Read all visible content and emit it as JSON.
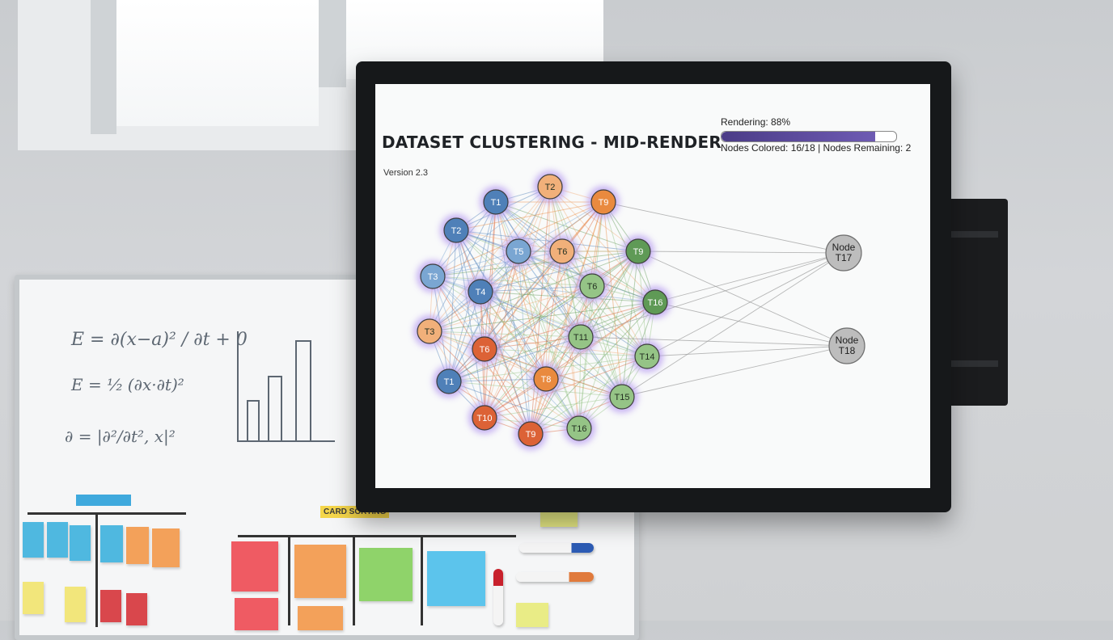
{
  "screen": {
    "title": "DATASET CLUSTERING - MID-RENDER",
    "version": "Version 2.3",
    "progress": {
      "label": "Rendering: 88%",
      "value": 0.88,
      "stats": "Nodes Colored: 16/18 | Nodes Remaining: 2"
    }
  },
  "colors": {
    "blue": "#4f80b8",
    "light_blue": "#7aa6d2",
    "orange": "#e98a3f",
    "light_orange": "#f1b07a",
    "red_orange": "#dc6236",
    "green": "#5f9a56",
    "light_green": "#95c486",
    "gray": "#bdbdbd",
    "glow": "#b79cf0",
    "accent": "#5b4a9e"
  },
  "graph": {
    "nodes": [
      {
        "id": "T1a",
        "label": "T1",
        "color": "blue"
      },
      {
        "id": "T2a",
        "label": "T2",
        "color": "light_orange"
      },
      {
        "id": "T9a",
        "label": "T9",
        "color": "orange"
      },
      {
        "id": "T2b",
        "label": "T2",
        "color": "blue"
      },
      {
        "id": "T5",
        "label": "T5",
        "color": "light_blue"
      },
      {
        "id": "T6a",
        "label": "T6",
        "color": "light_orange"
      },
      {
        "id": "T9b",
        "label": "T9",
        "color": "green"
      },
      {
        "id": "T3a",
        "label": "T3",
        "color": "light_blue"
      },
      {
        "id": "T4",
        "label": "T4",
        "color": "blue"
      },
      {
        "id": "T6b",
        "label": "T6",
        "color": "light_green"
      },
      {
        "id": "T16a",
        "label": "T16",
        "color": "green"
      },
      {
        "id": "T3b",
        "label": "T3",
        "color": "light_orange"
      },
      {
        "id": "T6c",
        "label": "T6",
        "color": "red_orange"
      },
      {
        "id": "T11",
        "label": "T11",
        "color": "light_green"
      },
      {
        "id": "T14",
        "label": "T14",
        "color": "light_green"
      },
      {
        "id": "T1b",
        "label": "T1",
        "color": "blue"
      },
      {
        "id": "T8",
        "label": "T8",
        "color": "orange"
      },
      {
        "id": "T15",
        "label": "T15",
        "color": "light_green"
      },
      {
        "id": "T10",
        "label": "T10",
        "color": "red_orange"
      },
      {
        "id": "T9c",
        "label": "T9",
        "color": "red_orange"
      },
      {
        "id": "T16b",
        "label": "T16",
        "color": "light_green"
      },
      {
        "id": "N17",
        "label": "Node T17",
        "color": "gray"
      },
      {
        "id": "N18",
        "label": "Node T18",
        "color": "gray"
      }
    ],
    "pending_links": [
      [
        "T9a",
        "N17"
      ],
      [
        "T9b",
        "N17"
      ],
      [
        "T16a",
        "N17"
      ],
      [
        "T11",
        "N17"
      ],
      [
        "T14",
        "N17"
      ],
      [
        "T15",
        "N17"
      ],
      [
        "T9b",
        "N18"
      ],
      [
        "T16a",
        "N18"
      ],
      [
        "T11",
        "N18"
      ],
      [
        "T14",
        "N18"
      ],
      [
        "T15",
        "N18"
      ]
    ]
  },
  "whiteboard": {
    "tags": [
      "CARD SORTING"
    ]
  }
}
